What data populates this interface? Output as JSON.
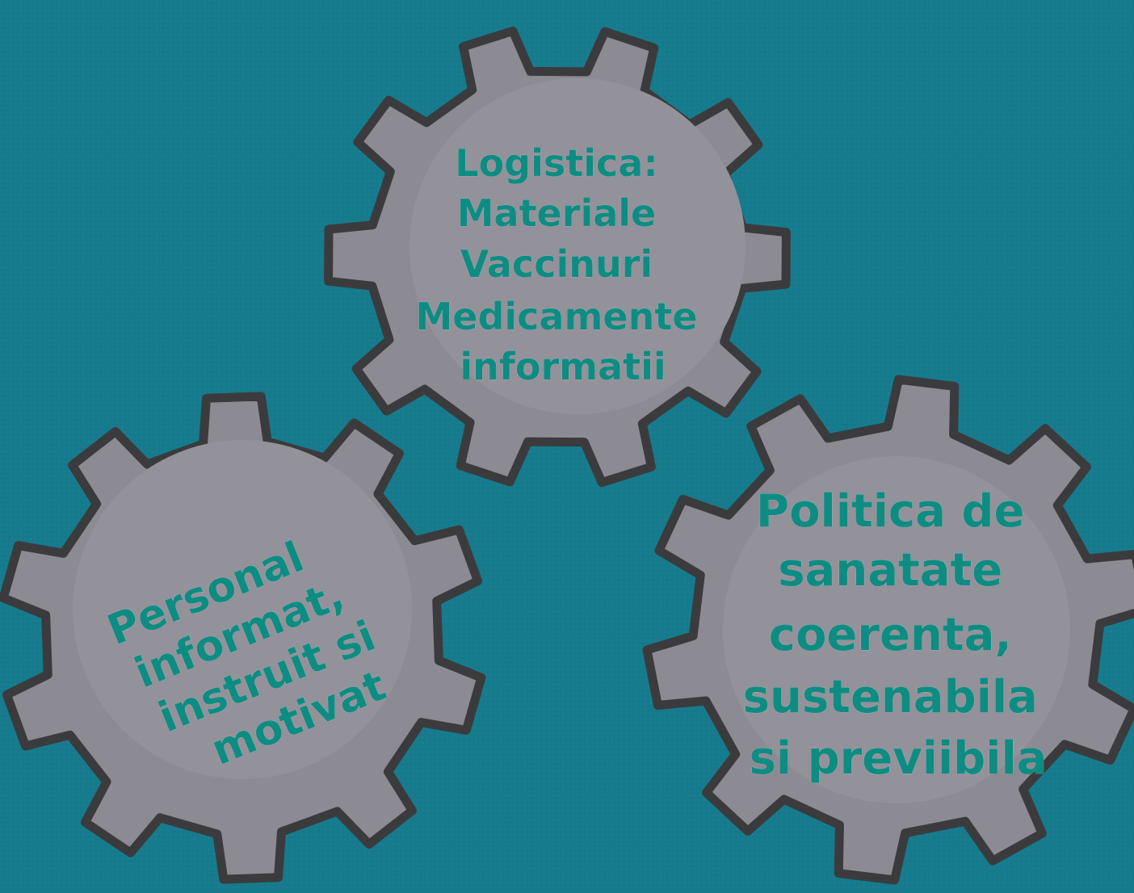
{
  "gears": [
    {
      "id": "logistics",
      "lines": [
        "Logistica:",
        "Materiale",
        "Vaccinuri",
        "Medicamente",
        "informatii"
      ]
    },
    {
      "id": "staff",
      "lines": [
        "Personal",
        "informat,",
        "instruit si",
        "motivat"
      ]
    },
    {
      "id": "policy",
      "lines": [
        "Politica de",
        "sanatate",
        "coerenta,",
        "sustenabila",
        "si previibila"
      ]
    }
  ],
  "colors": {
    "background": "#167a8c",
    "gear_fill": "#8c8a92",
    "gear_inner": "#93919a",
    "gear_outline": "#3b3b3d",
    "text": "#0e8c82"
  }
}
